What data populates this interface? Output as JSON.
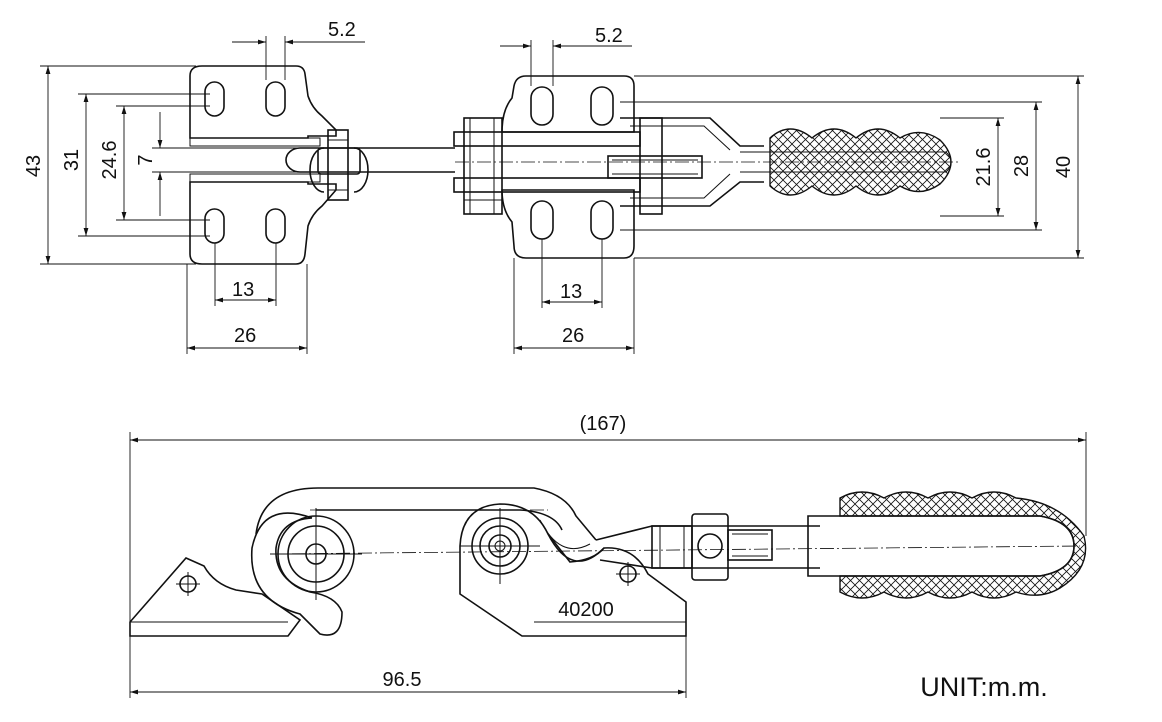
{
  "top_view": {
    "left_plate": {
      "slot_pitch_top": "5.2",
      "height_outer": "43",
      "height_slots": "31",
      "height_inner": "24.6",
      "gap": "7",
      "slot_spacing": "13",
      "plate_width": "26"
    },
    "right_plate": {
      "slot_pitch_top": "5.2",
      "slot_spacing": "13",
      "plate_width": "26",
      "height_handle": "21.6",
      "height_slots": "28",
      "height_outer": "40"
    }
  },
  "side_view": {
    "overall_length": "(167)",
    "base_length": "96.5",
    "model_number": "40200"
  },
  "unit_label": "UNIT:m.m."
}
